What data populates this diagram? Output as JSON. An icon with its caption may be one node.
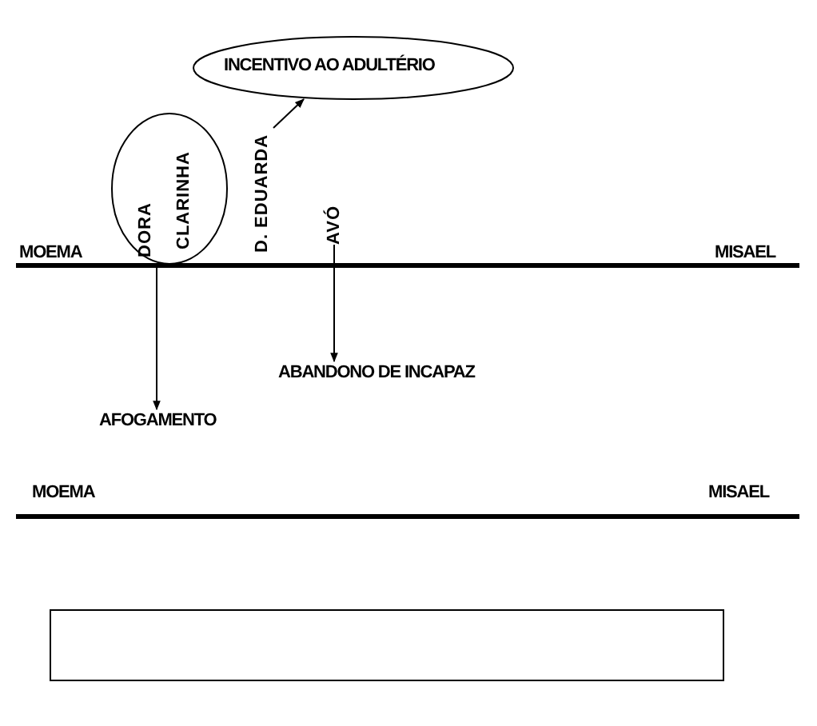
{
  "diagram": {
    "nodes": [
      {
        "text": [
          "INCENTIVO AO ADULTÉRIO"
        ]
      },
      {
        "text": [
          "DORA",
          "CLARINHA"
        ]
      },
      {
        "text": [
          "D. EDUARDA"
        ]
      },
      {
        "text": [
          "AVÓ"
        ]
      },
      {
        "text": [
          "AFOGAMENTO"
        ]
      },
      {
        "text": [
          "ABANDONO DE INCAPAZ"
        ]
      },
      {
        "text": [],
        "shape": "box"
      }
    ],
    "edges": [
      {
        "from": 2,
        "to": 0,
        "arrow": "to"
      },
      {
        "from": 1,
        "to": 4,
        "arrow": "to"
      },
      {
        "from": 3,
        "to": 5,
        "arrow": "to"
      }
    ],
    "labels": [
      "MOEMA",
      "MISAEL",
      "MOEMA",
      "MISAEL"
    ]
  }
}
